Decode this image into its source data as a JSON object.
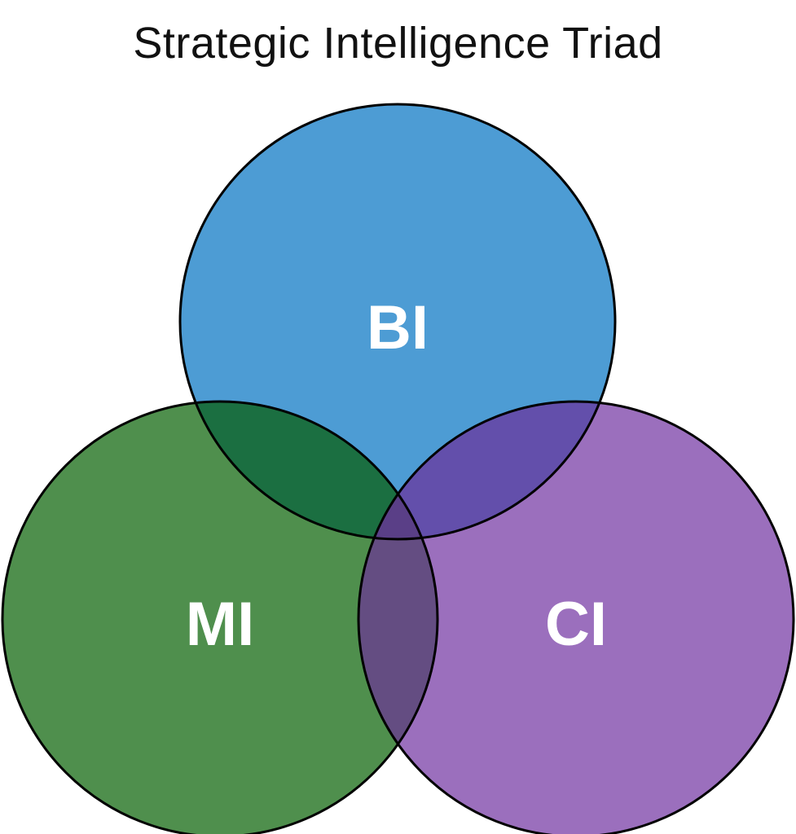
{
  "diagram": {
    "title": "Strategic Intelligence Triad",
    "sets": [
      {
        "id": "bi",
        "label": "BI",
        "color": "#4d9cd4"
      },
      {
        "id": "mi",
        "label": "MI",
        "color": "#4f8f4d"
      },
      {
        "id": "ci",
        "label": "CI",
        "color": "#9b6fbd"
      }
    ],
    "intersections": {
      "bi_mi": "#1b6f41",
      "bi_ci": "#634fab",
      "mi_ci": "#644d82",
      "all": "#5a3f87"
    },
    "stroke_color": "#000000"
  }
}
